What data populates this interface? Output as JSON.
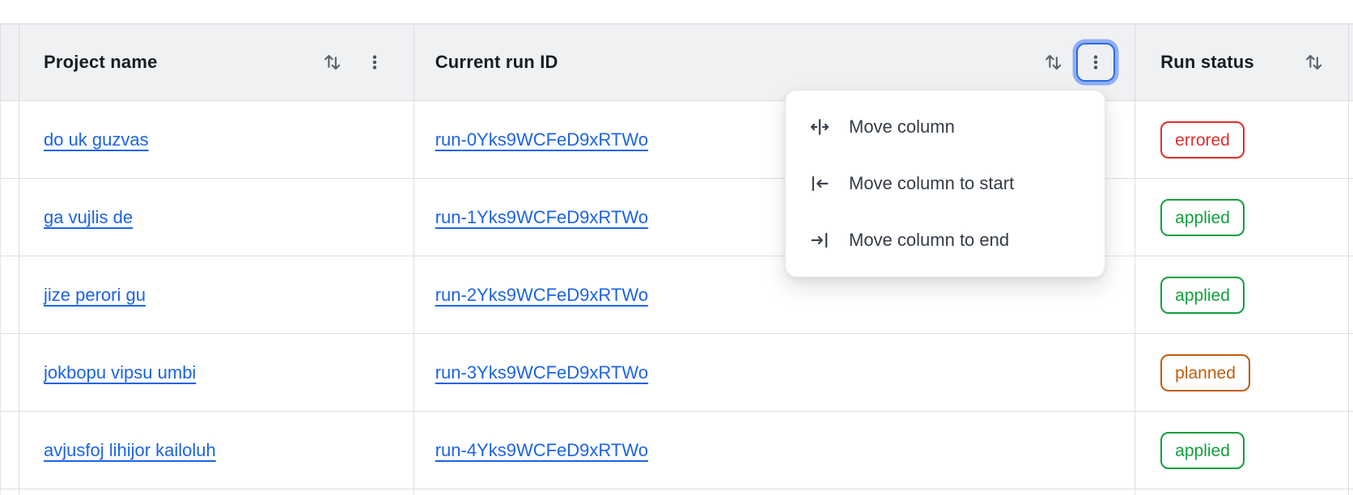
{
  "header": {
    "columns": [
      {
        "id": "project_name",
        "label": "Project name"
      },
      {
        "id": "current_run_id",
        "label": "Current run ID"
      },
      {
        "id": "run_status",
        "label": "Run status"
      }
    ]
  },
  "rows": [
    {
      "project": "do uk guzvas",
      "run_id": "run-0Yks9WCFeD9xRTWo",
      "status": "errored"
    },
    {
      "project": "ga vujlis de",
      "run_id": "run-1Yks9WCFeD9xRTWo",
      "status": "applied"
    },
    {
      "project": "jize perori gu",
      "run_id": "run-2Yks9WCFeD9xRTWo",
      "status": "applied"
    },
    {
      "project": "jokbopu vipsu umbi",
      "run_id": "run-3Yks9WCFeD9xRTWo",
      "status": "planned"
    },
    {
      "project": "avjusfoj lihijor kailoluh",
      "run_id": "run-4Yks9WCFeD9xRTWo",
      "status": "applied"
    }
  ],
  "column_menu": {
    "items": [
      {
        "label": "Move column",
        "icon": "move-column-icon"
      },
      {
        "label": "Move column to start",
        "icon": "move-column-to-start-icon"
      },
      {
        "label": "Move column to end",
        "icon": "move-column-to-end-icon"
      }
    ]
  },
  "status_colors": {
    "errored": "#e02c2c",
    "applied": "#0fa03c",
    "planned": "#c05c0d"
  },
  "colors": {
    "link": "#1c63e8",
    "header_background": "#eff1f3",
    "row_border": "#dcdee1",
    "focus_ring": "#2c69e8",
    "icon_gray": "#5b636d"
  }
}
